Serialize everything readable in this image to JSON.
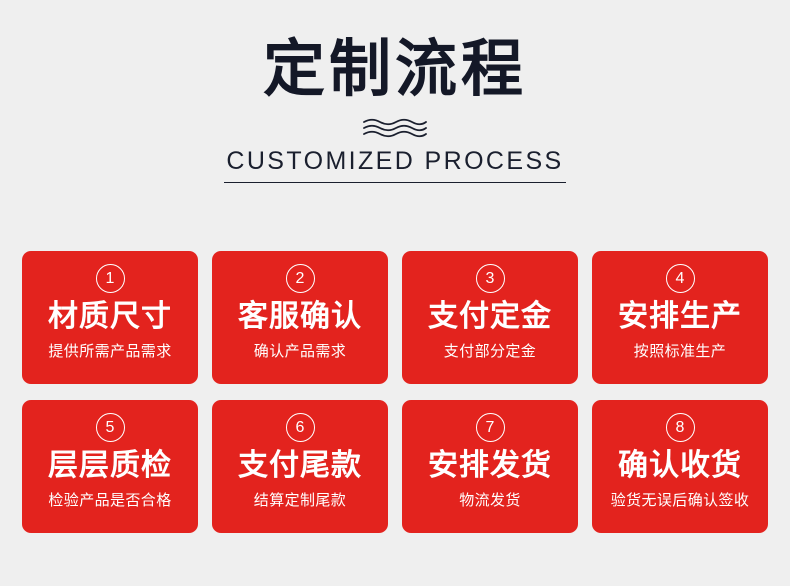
{
  "colors": {
    "background": "#efefef",
    "card_red": "#e3231e",
    "title_navy": "#141827",
    "card_text": "#ffffff"
  },
  "header": {
    "title": "定制流程",
    "divider_icon": "wave-divider-icon",
    "subtitle": "CUSTOMIZED PROCESS"
  },
  "steps": [
    {
      "number": "1",
      "title": "材质尺寸",
      "desc": "提供所需产品需求"
    },
    {
      "number": "2",
      "title": "客服确认",
      "desc": "确认产品需求"
    },
    {
      "number": "3",
      "title": "支付定金",
      "desc": "支付部分定金"
    },
    {
      "number": "4",
      "title": "安排生产",
      "desc": "按照标准生产"
    },
    {
      "number": "5",
      "title": "层层质检",
      "desc": "检验产品是否合格"
    },
    {
      "number": "6",
      "title": "支付尾款",
      "desc": "结算定制尾款"
    },
    {
      "number": "7",
      "title": "安排发货",
      "desc": "物流发货"
    },
    {
      "number": "8",
      "title": "确认收货",
      "desc": "验货无误后确认签收"
    }
  ]
}
